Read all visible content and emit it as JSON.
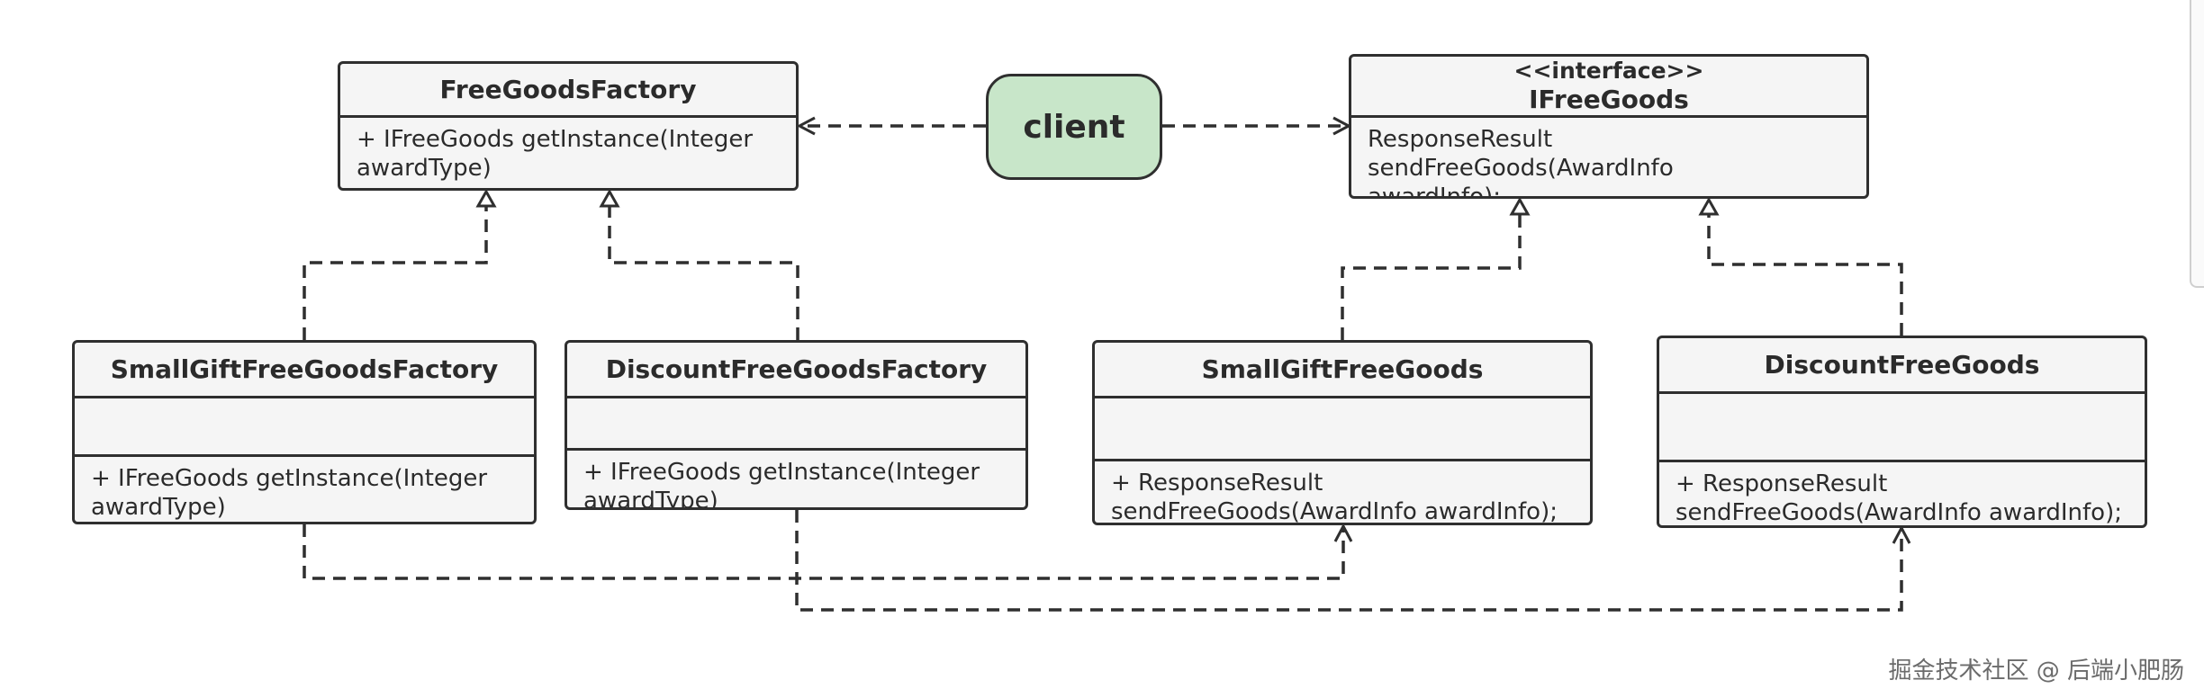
{
  "client": {
    "label": "client"
  },
  "boxes": {
    "free_goods_factory": {
      "title": "FreeGoodsFactory",
      "methods": [
        "+ IFreeGoods getInstance(Integer",
        "awardType)"
      ]
    },
    "ifree_goods": {
      "stereotype": "<<interface>>",
      "title": "IFreeGoods",
      "methods": [
        "ResponseResult sendFreeGoods(AwardInfo",
        "awardInfo);"
      ]
    },
    "small_gift_factory": {
      "title": "SmallGiftFreeGoodsFactory",
      "methods": [
        "+ IFreeGoods getInstance(Integer",
        "awardType)"
      ]
    },
    "discount_factory": {
      "title": "DiscountFreeGoodsFactory",
      "methods": [
        "+ IFreeGoods getInstance(Integer",
        "awardType)"
      ]
    },
    "small_gift_goods": {
      "title": "SmallGiftFreeGoods",
      "methods": [
        "+ ResponseResult",
        "sendFreeGoods(AwardInfo awardInfo);"
      ]
    },
    "discount_goods": {
      "title": "DiscountFreeGoods",
      "methods": [
        "+ ResponseResult",
        "sendFreeGoods(AwardInfo awardInfo);"
      ]
    }
  },
  "watermark": "掘金技术社区 @ 后端小肥肠",
  "colors": {
    "client_fill": "#c8e6c9",
    "box_fill": "#f5f5f5",
    "stroke": "#2f2f2f"
  }
}
